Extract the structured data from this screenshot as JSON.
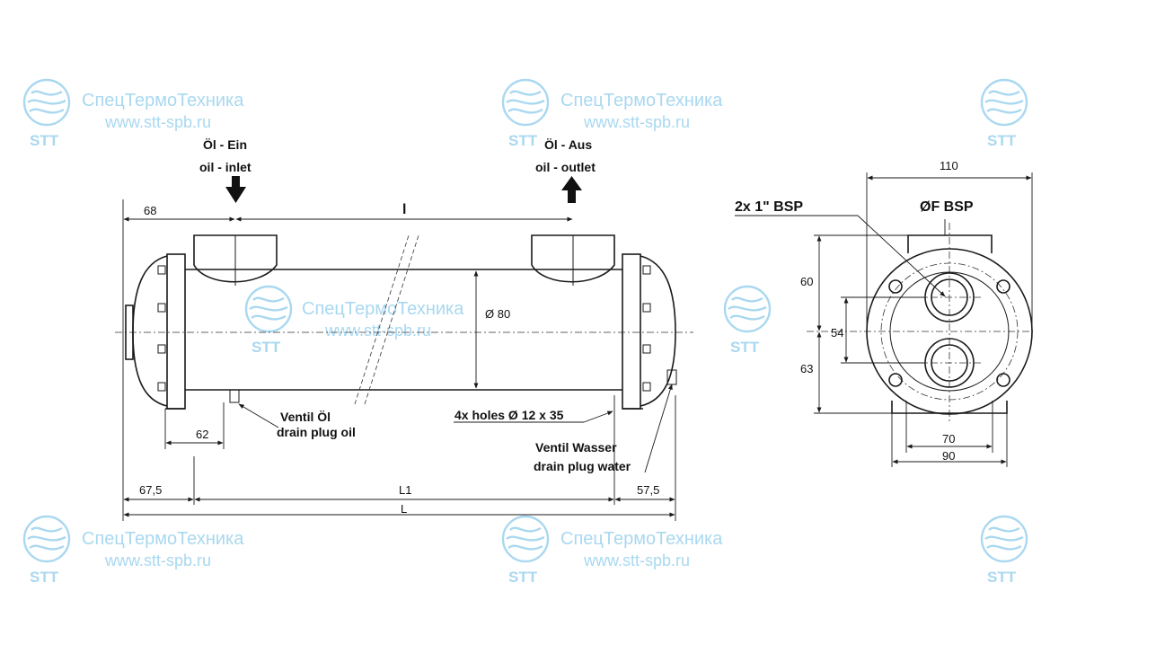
{
  "watermark": {
    "company": "СпецТермоТехника",
    "website": "www.stt-spb.ru",
    "logo_text": "STT",
    "color": "#a9d8f0"
  },
  "side_view": {
    "oil_inlet_de": "Öl - Ein",
    "oil_inlet_en": "oil - inlet",
    "oil_outlet_de": "Öl - Aus",
    "oil_outlet_en": "oil - outlet",
    "dim_68": "68",
    "dim_l": "l",
    "dim_diameter_80": "Ø  80",
    "dim_62": "62",
    "dim_67_5": "67,5",
    "dim_L1": "L1",
    "dim_57_5": "57,5",
    "dim_L": "L",
    "drain_oil_de": "Ventil Öl",
    "drain_oil_en": "drain plug oil",
    "holes": "4x holes Ø 12 x 35",
    "drain_water_de": "Ventil Wasser",
    "drain_water_en": "drain plug water"
  },
  "end_view": {
    "dim_110": "110",
    "bsp_ports": "2x 1\" BSP",
    "bsp_f": "ØF BSP",
    "dim_60": "60",
    "dim_54": "54",
    "dim_63": "63",
    "dim_70": "70",
    "dim_90": "90"
  }
}
